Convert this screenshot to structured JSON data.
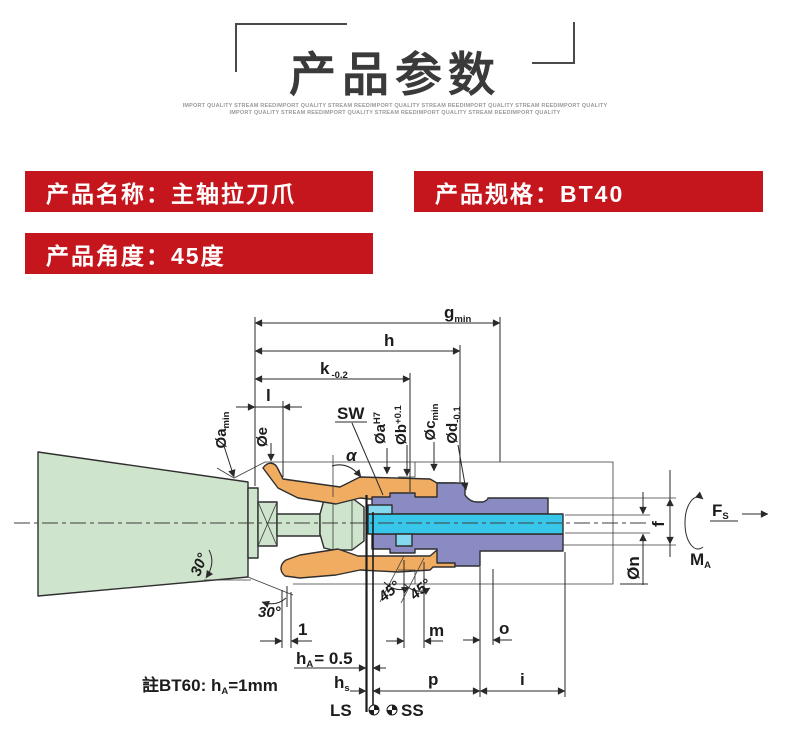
{
  "header": {
    "title": "产品参数",
    "watermark_line1": "IMPORT QUALITY STREAM REEDIMPORT QUALITY STREAM REEDIMPORT QUALITY STREAM REEDIMPORT QUALITY STREAM REEDIMPORT QUALITY",
    "watermark_line2": "IMPORT QUALITY STREAM REEDIMPORT QUALITY STREAM REEDIMPORT QUALITY STREAM REEDIMPORT QUALITY"
  },
  "banners": {
    "name": "产品名称：主轴拉刀爪",
    "spec": "产品规格：BT40",
    "angle": "产品角度：45度"
  },
  "colors": {
    "banner_red": "#c5161d",
    "taper_green": "#cfe4cd",
    "claw_orange": "#f0ad62",
    "drawbar_purple": "#8b8bc4",
    "rod_cyan": "#38c6ea",
    "rod_cyan_light": "#85d9ef",
    "line": "#2a2a2a"
  },
  "diagram": {
    "g": "g",
    "g_sub": "min",
    "h": "h",
    "k": "k",
    "k_tol": "-0.2",
    "l": "l",
    "sw": "SW",
    "alpha": "α",
    "da_min": "Øa",
    "da_min_sub": "min",
    "de": "Øe",
    "da": "Øa",
    "da_sup": "H7",
    "db": "Øb",
    "db_sup": "+0.1",
    "dc": "Øc",
    "dc_sub": "min",
    "dd": "Ød",
    "dd_sub": "-0.1",
    "f": "f",
    "dn": "Øn",
    "fs_main": "F",
    "fs_sub": "S",
    "ma_main": "M",
    "ma_sub": "A",
    "deg30": "30°",
    "deg45": "45°",
    "one": "1",
    "m": "m",
    "o": "o",
    "ha_main": "h",
    "ha_sub": "A",
    "ha_val": "= 0.5",
    "note_main": "註BT60: h",
    "note_sub": "A",
    "note_val": "=1mm",
    "hs_main": "h",
    "hs_sub": "s",
    "p": "p",
    "i": "i",
    "ls": "LS",
    "ss": "SS"
  }
}
